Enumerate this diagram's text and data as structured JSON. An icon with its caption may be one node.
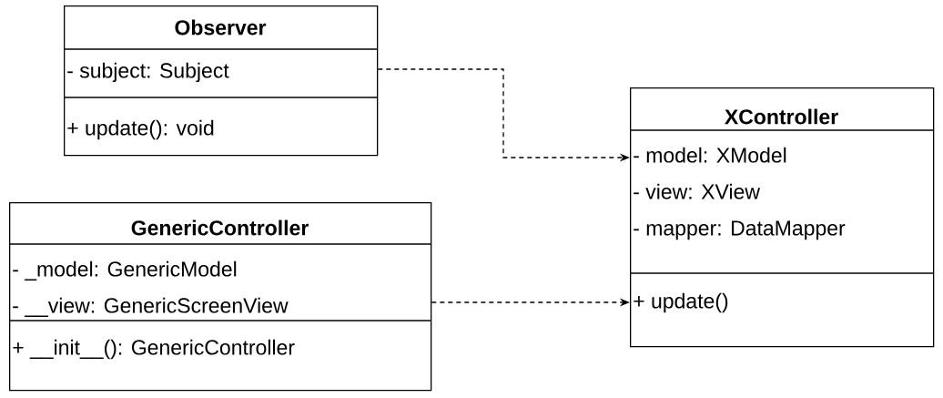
{
  "diagram": {
    "nodes": [
      {
        "text": [
          "Observer",
          "- subject: Subject",
          "+ update(): void"
        ]
      },
      {
        "text": [
          "XController",
          "- model: XModel",
          "- view: XView",
          "- mapper: DataMapper",
          "+ update()"
        ]
      },
      {
        "text": [
          "GenericController",
          "- _model: GenericModel",
          "- __view: GenericScreenView",
          "+ __init__(): GenericController"
        ]
      }
    ],
    "edges": [
      {
        "from": 0,
        "to": 1,
        "arrow": "to",
        "style": "dashed"
      },
      {
        "from": 2,
        "to": 1,
        "arrow": "to",
        "style": "dashed"
      }
    ]
  }
}
